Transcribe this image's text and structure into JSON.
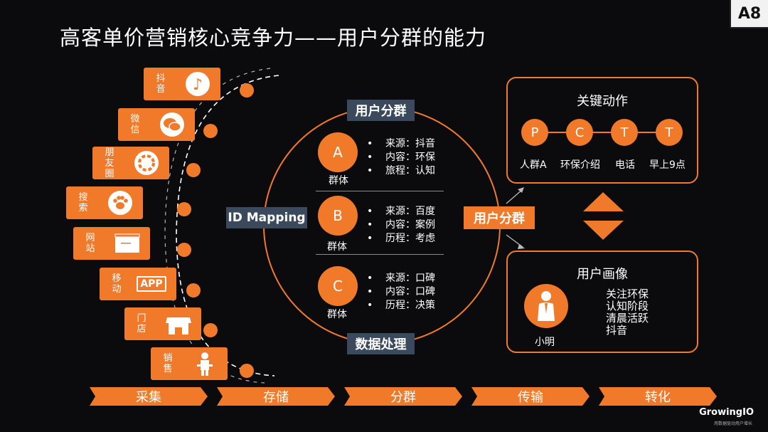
{
  "badge": "A8",
  "title": "高客单价营销核心竞争力——用户分群的能力",
  "sources": [
    {
      "label": "抖音",
      "icon": "tiktok-icon"
    },
    {
      "label": "微信",
      "icon": "wechat-icon"
    },
    {
      "label": "朋友圈",
      "icon": "moments-icon"
    },
    {
      "label": "搜索",
      "icon": "paw-icon"
    },
    {
      "label": "网站",
      "icon": "browser-icon"
    },
    {
      "label": "移动",
      "icon": "app-icon",
      "icon_text": "APP"
    },
    {
      "label": "门店",
      "icon": "store-icon"
    },
    {
      "label": "销售",
      "icon": "salesperson-icon"
    }
  ],
  "center": {
    "top_label": "用户分群",
    "bottom_label": "数据处理",
    "left_label": "ID Mapping",
    "right_label": "用户分群",
    "groups": [
      {
        "letter": "A",
        "name": "群体",
        "lines": [
          "来源：抖音",
          "内容：环保",
          "旅程：认知"
        ]
      },
      {
        "letter": "B",
        "name": "群体",
        "lines": [
          "来源：百度",
          "内容：案例",
          "历程：考虑"
        ]
      },
      {
        "letter": "C",
        "name": "群体",
        "lines": [
          "来源：口碑",
          "内容：口碑",
          "历程：决策"
        ]
      }
    ],
    "bullet": "•"
  },
  "actions": {
    "title": "关键动作",
    "steps": [
      {
        "letter": "P",
        "label": "人群A"
      },
      {
        "letter": "C",
        "label": "环保介绍"
      },
      {
        "letter": "T",
        "label": "电话"
      },
      {
        "letter": "T",
        "label": "早上9点"
      }
    ]
  },
  "persona": {
    "title": "用户画像",
    "name": "小明",
    "traits": [
      "关注环保",
      "认知阶段",
      "清晨活跃",
      "抖音"
    ]
  },
  "stages": [
    "采集",
    "存储",
    "分群",
    "传输",
    "转化"
  ],
  "brand": {
    "name": "GrowingIO",
    "tagline": "用数据驱动用户增长"
  },
  "colors": {
    "accent": "#f07a2a",
    "label_box": "#3a4a5c",
    "background": "#0b0b0d"
  }
}
